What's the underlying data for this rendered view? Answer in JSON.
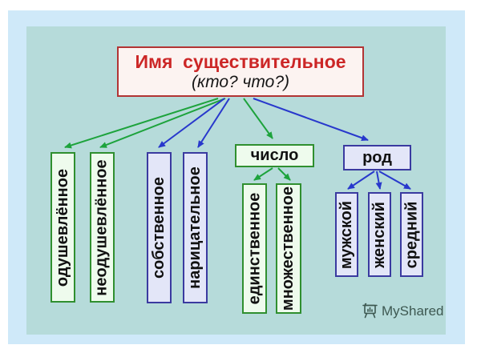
{
  "diagram": {
    "root": {
      "title": "Имя  существительное",
      "subtitle": "(кто? что?)"
    },
    "categories": {
      "number": "число",
      "gender": "род"
    },
    "leaves": {
      "animate": "одушевлённое",
      "inanimate": "неодушевлённое",
      "proper": "собственное",
      "common": "нарицательное",
      "singular": "единственное",
      "plural": "множественное",
      "masculine": "мужской",
      "feminine": "женский",
      "neuter": "средний"
    }
  },
  "watermark": {
    "label": "MyShared",
    "icon": "presentation-board-icon"
  },
  "colors": {
    "page_bg": "#ffffff",
    "frame_bg": "#cfe9f9",
    "panel_bg": "#b6dbda",
    "green_arrow": "#1da33c",
    "blue_arrow": "#2838cc",
    "red_accent": "#cc2626",
    "green_box_bg": "#eefbed",
    "green_box_border": "#2f8f2f",
    "blue_box_bg": "#e3e6f8",
    "blue_box_border": "#3a3aa0",
    "title_box_bg": "#fcf3f1",
    "title_box_border": "#b23434",
    "watermark_color": "#3d5851"
  }
}
